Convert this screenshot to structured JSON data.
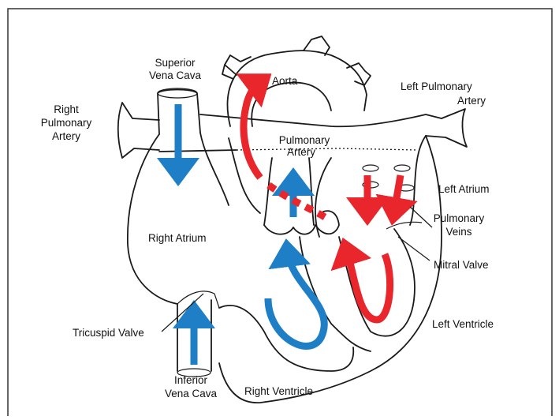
{
  "labels": {
    "superior_vena_cava_1": "Superior",
    "superior_vena_cava_2": "Vena Cava",
    "aorta": "Aorta",
    "left_pulmonary_artery_1": "Left Pulmonary",
    "left_pulmonary_artery_2": "Artery",
    "right_pulmonary_artery_1": "Right",
    "right_pulmonary_artery_2": "Pulmonary",
    "right_pulmonary_artery_3": "Artery",
    "pulmonary_artery_1": "Pulmonary",
    "pulmonary_artery_2": "Artery",
    "left_atrium": "Left Atrium",
    "pulmonary_veins_1": "Pulmonary",
    "pulmonary_veins_2": "Veins",
    "right_atrium": "Right Atrium",
    "mitral_valve": "Mitral Valve",
    "tricuspid_valve": "Tricuspid Valve",
    "left_ventricle": "Left Ventricle",
    "inferior_vena_cava_1": "Inferior",
    "inferior_vena_cava_2": "Vena Cava",
    "right_ventricle": "Right Ventricle"
  },
  "colors": {
    "oxygenated": "#e8262b",
    "deoxygenated": "#1e7fc6",
    "outline": "#1a1a1a",
    "frame": "#333333"
  }
}
